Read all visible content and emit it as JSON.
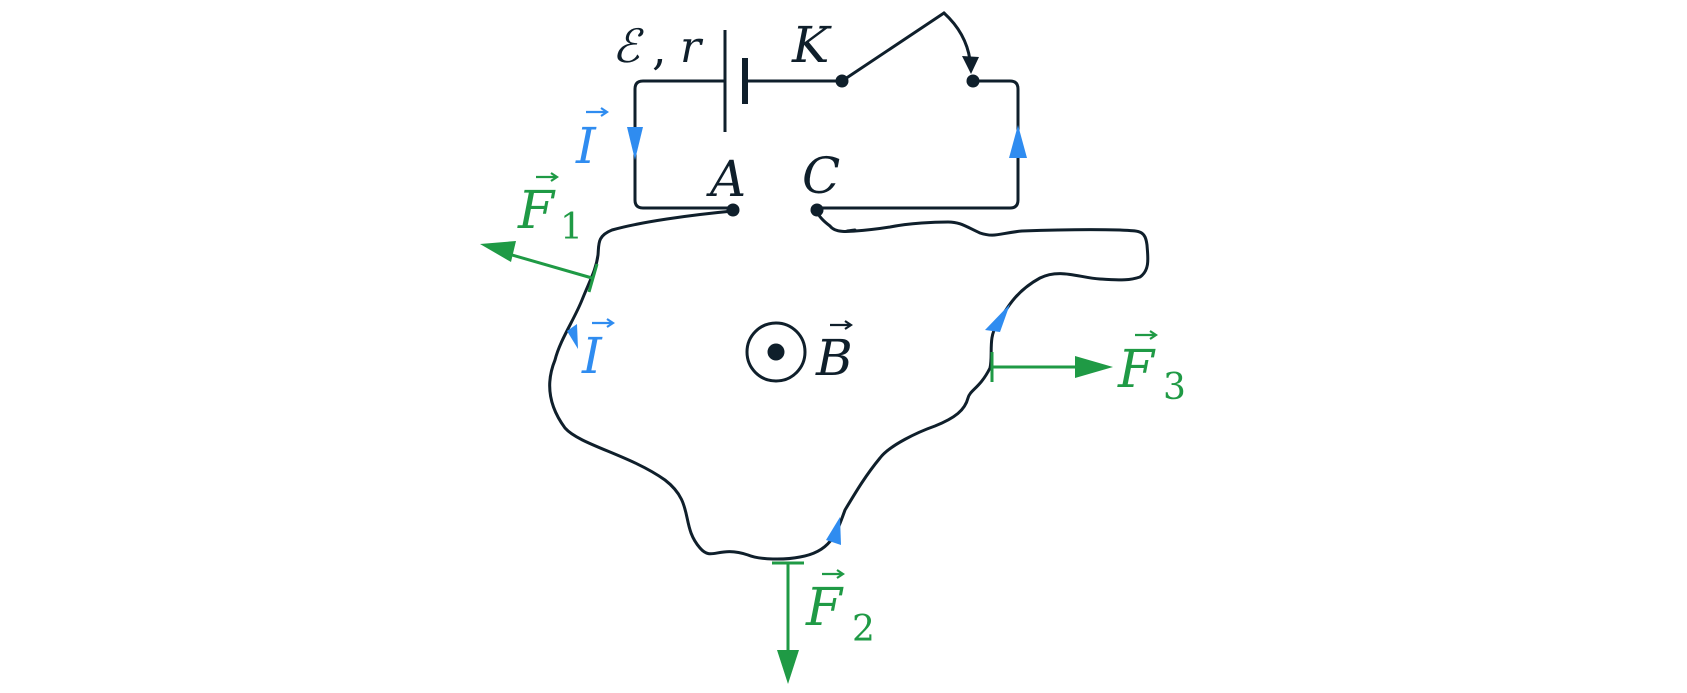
{
  "colors": {
    "wire": "#0f1f2b",
    "current": "#2f8cf0",
    "force": "#1f9a45"
  },
  "labels": {
    "emf": "ℰ",
    "emf_sep": ",",
    "resistance": "r",
    "switch": "K",
    "node_a": "A",
    "node_c": "C",
    "current_top": "I",
    "current_left": "I",
    "field": "B",
    "force1": "F",
    "force1_sub": "1",
    "force2": "F",
    "force2_sub": "2",
    "force3": "F",
    "force3_sub": "3"
  },
  "icons": {
    "field_symbol": "dot-in-circle-icon",
    "vector_arrow": "vector-arrow-icon"
  }
}
